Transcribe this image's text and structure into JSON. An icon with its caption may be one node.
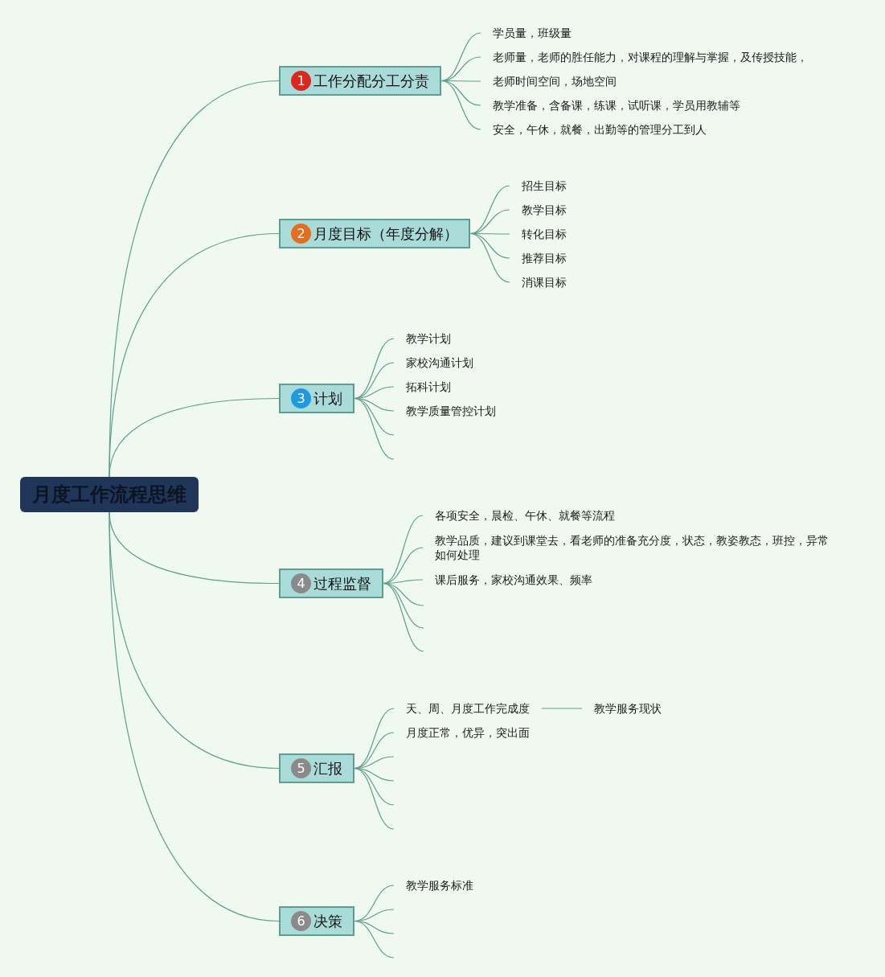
{
  "diagram": {
    "nodes": [
      {
        "text": [
          "月度工作流程思维"
        ]
      },
      {
        "text": [
          "1",
          "工作分配分工分责"
        ]
      },
      {
        "text": [
          "学员量，班级量"
        ]
      },
      {
        "text": [
          "老师量，老师的胜任能力，对课程的理解与掌握，及传授技能，"
        ]
      },
      {
        "text": [
          "老师时间空间，场地空间"
        ]
      },
      {
        "text": [
          "教学准备，含备课，练课，试听课，学员用教辅等"
        ]
      },
      {
        "text": [
          "安全，午休，就餐，出勤等的管理分工到人"
        ]
      },
      {
        "text": [
          "2",
          "月度目标（年度分解）"
        ]
      },
      {
        "text": [
          "招生目标"
        ]
      },
      {
        "text": [
          "教学目标"
        ]
      },
      {
        "text": [
          "转化目标"
        ]
      },
      {
        "text": [
          "推荐目标"
        ]
      },
      {
        "text": [
          "消课目标"
        ]
      },
      {
        "text": [
          "3",
          "计划"
        ]
      },
      {
        "text": [
          "教学计划"
        ]
      },
      {
        "text": [
          "家校沟通计划"
        ]
      },
      {
        "text": [
          "拓科计划"
        ]
      },
      {
        "text": [
          "教学质量管控计划"
        ]
      },
      {
        "text": [
          "4",
          "过程监督"
        ]
      },
      {
        "text": [
          "各项安全，晨检、午休、就餐等流程"
        ]
      },
      {
        "text": [
          "教学品质，建议到课堂去，看老师的准备充分度，状态，教姿教态，班控，异常如何处理"
        ]
      },
      {
        "text": [
          "课后服务，家校沟通效果、频率"
        ]
      },
      {
        "text": [
          "5",
          "汇报"
        ]
      },
      {
        "text": [
          "天、周、月度工作完成度"
        ]
      },
      {
        "text": [
          "月度正常，优异，突出面"
        ]
      },
      {
        "text": [
          "教学服务现状"
        ]
      },
      {
        "text": [
          "6",
          "决策"
        ]
      },
      {
        "text": [
          "教学服务标准"
        ]
      }
    ],
    "edges": [
      {
        "from": 0,
        "to": 1,
        "arrow": "none"
      },
      {
        "from": 0,
        "to": 7,
        "arrow": "none"
      },
      {
        "from": 0,
        "to": 13,
        "arrow": "none"
      },
      {
        "from": 0,
        "to": 18,
        "arrow": "none"
      },
      {
        "from": 0,
        "to": 22,
        "arrow": "none"
      },
      {
        "from": 0,
        "to": 26,
        "arrow": "none"
      },
      {
        "from": 1,
        "to": 2,
        "arrow": "none"
      },
      {
        "from": 1,
        "to": 3,
        "arrow": "none"
      },
      {
        "from": 1,
        "to": 4,
        "arrow": "none"
      },
      {
        "from": 1,
        "to": 5,
        "arrow": "none"
      },
      {
        "from": 1,
        "to": 6,
        "arrow": "none"
      },
      {
        "from": 7,
        "to": 8,
        "arrow": "none"
      },
      {
        "from": 7,
        "to": 9,
        "arrow": "none"
      },
      {
        "from": 7,
        "to": 10,
        "arrow": "none"
      },
      {
        "from": 7,
        "to": 11,
        "arrow": "none"
      },
      {
        "from": 7,
        "to": 12,
        "arrow": "none"
      },
      {
        "from": 13,
        "to": 14,
        "arrow": "none"
      },
      {
        "from": 13,
        "to": 15,
        "arrow": "none"
      },
      {
        "from": 13,
        "to": 16,
        "arrow": "none"
      },
      {
        "from": 13,
        "to": 17,
        "arrow": "none"
      },
      {
        "from": 13,
        "to": null,
        "arrow": "none"
      },
      {
        "from": 13,
        "to": null,
        "arrow": "none"
      },
      {
        "from": 18,
        "to": 19,
        "arrow": "none"
      },
      {
        "from": 18,
        "to": 20,
        "arrow": "none"
      },
      {
        "from": 18,
        "to": 21,
        "arrow": "none"
      },
      {
        "from": 18,
        "to": null,
        "arrow": "none"
      },
      {
        "from": 18,
        "to": null,
        "arrow": "none"
      },
      {
        "from": 18,
        "to": null,
        "arrow": "none"
      },
      {
        "from": 22,
        "to": 23,
        "arrow": "none"
      },
      {
        "from": 22,
        "to": 24,
        "arrow": "none"
      },
      {
        "from": 22,
        "to": null,
        "arrow": "none"
      },
      {
        "from": 22,
        "to": null,
        "arrow": "none"
      },
      {
        "from": 22,
        "to": null,
        "arrow": "none"
      },
      {
        "from": 22,
        "to": null,
        "arrow": "none"
      },
      {
        "from": 23,
        "to": 25,
        "arrow": "none"
      },
      {
        "from": 26,
        "to": 27,
        "arrow": "none"
      },
      {
        "from": 26,
        "to": null,
        "arrow": "none"
      },
      {
        "from": 26,
        "to": null,
        "arrow": "none"
      },
      {
        "from": 26,
        "to": null,
        "arrow": "none"
      }
    ]
  }
}
